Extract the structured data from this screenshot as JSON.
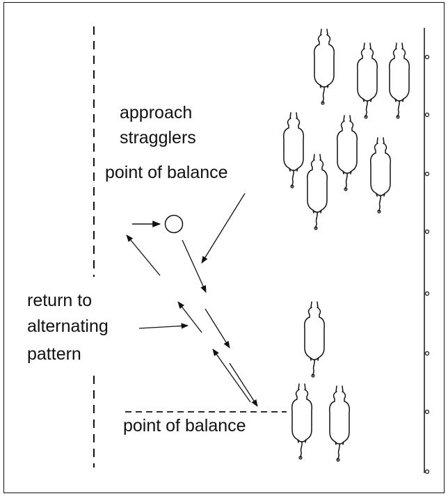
{
  "labels": {
    "approach": "approach",
    "stragglers": "stragglers",
    "point_of_balance_top": "point of balance",
    "return_line1": "return to",
    "return_line2": "alternating",
    "return_line3": "pattern",
    "point_of_balance_bottom": "point of balance"
  },
  "cattle_group_top": [
    "cow",
    "cow",
    "cow",
    "cow",
    "cow",
    "cow",
    "cow"
  ],
  "cattle_group_bottom": [
    "cow",
    "cow",
    "cow"
  ],
  "colors": {
    "ink": "#111111",
    "background": "#ffffff"
  }
}
